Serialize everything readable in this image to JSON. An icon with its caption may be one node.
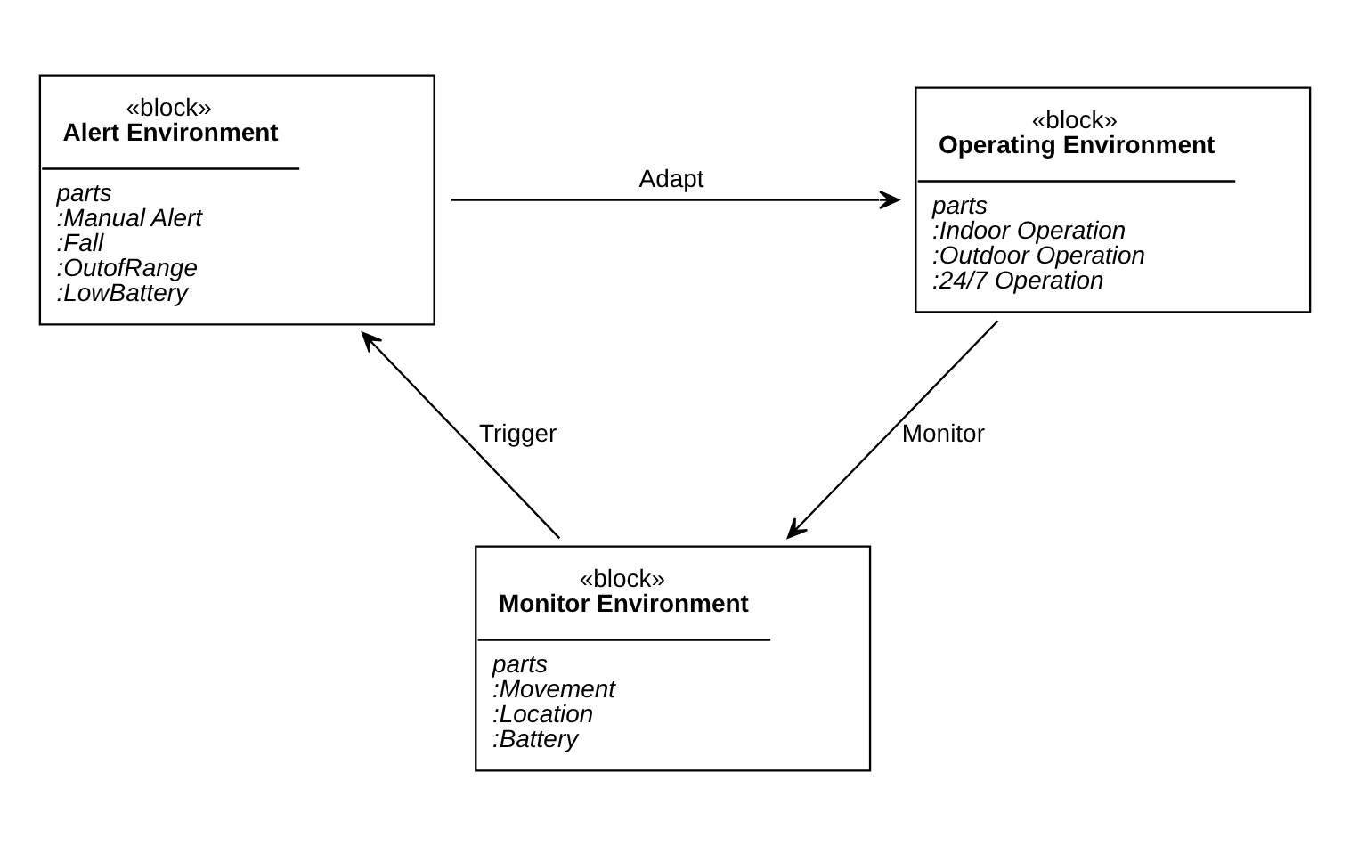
{
  "diagram": {
    "nodes": [
      {
        "text": [
          "«block»",
          "Alert Environment",
          "parts",
          ":Manual Alert",
          ":Fall",
          ":OutofRange",
          ":LowBattery"
        ]
      },
      {
        "text": [
          "«block»",
          "Operating Environment",
          "parts",
          ":Indoor Operation",
          ":Outdoor Operation",
          ":24/7 Operation"
        ]
      },
      {
        "text": [
          "«block»",
          "Monitor Environment",
          "parts",
          ":Movement",
          ":Location",
          ":Battery"
        ]
      }
    ],
    "edges": [
      {
        "from": 0,
        "to": 1,
        "arrow": "to",
        "label": "Adapt"
      },
      {
        "from": 2,
        "to": 0,
        "arrow": "to",
        "label": "Trigger"
      },
      {
        "from": 1,
        "to": 2,
        "arrow": "to",
        "label": "Monitor"
      }
    ]
  }
}
